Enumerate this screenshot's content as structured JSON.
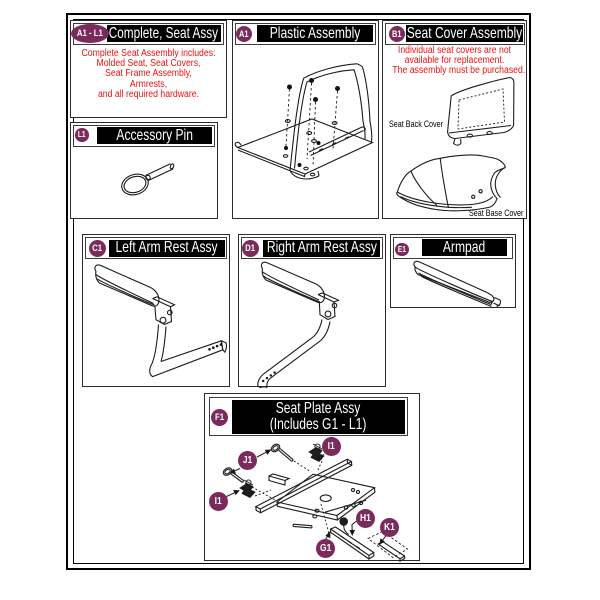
{
  "colors": {
    "badge_plum": "#7b2b5b",
    "note_red": "#ee1111",
    "titlebar_black": "#000000",
    "line_ink": "#1c1c1c"
  },
  "panels": {
    "complete": {
      "badge": "A1 - L1",
      "title": "Complete, Seat Assy",
      "note_lines": [
        "Complete Seat Assembly includes:",
        "Molded Seat, Seat Covers,",
        "Seat Frame Assembly,",
        "Armrests,",
        "and all required hardware."
      ]
    },
    "pin": {
      "badge": "L1",
      "title": "Accessory Pin"
    },
    "plastic": {
      "badge": "A1",
      "title": "Plastic Assembly"
    },
    "cover": {
      "badge": "B1",
      "title": "Seat Cover Assembly",
      "note_lines": [
        "Individual seat covers are not",
        "available for replacement.",
        "The assembly must be purchased."
      ],
      "label_back": "Seat Back Cover",
      "label_base": "Seat Base Cover"
    },
    "leftarm": {
      "badge": "C1",
      "title": "Left Arm Rest Assy"
    },
    "rightarm": {
      "badge": "D1",
      "title": "Right Arm Rest Assy"
    },
    "armpad": {
      "badge": "E1",
      "title": "Armpad"
    },
    "seatplate": {
      "badge": "F1",
      "title_line1": "Seat Plate Assy",
      "title_line2": "(Includes G1 - L1)",
      "callouts": {
        "i1_top": "I1",
        "j1": "J1",
        "i1_left": "I1",
        "h1": "H1",
        "k1": "K1",
        "g1": "G1"
      }
    }
  }
}
